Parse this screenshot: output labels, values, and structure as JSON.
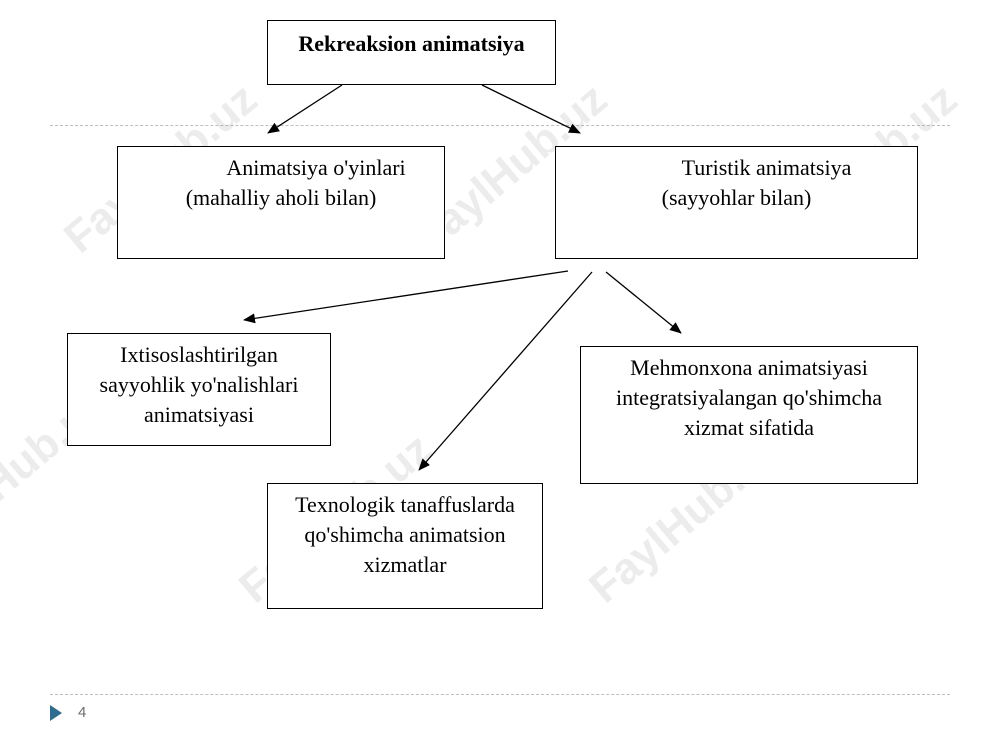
{
  "diagram": {
    "root": {
      "label": "Rekreaksion animatsiya"
    },
    "games": {
      "line1": "Animatsiya o'yinlari",
      "line2": "(mahalliy aholi bilan)"
    },
    "tourist": {
      "line1": "Turistik animatsiya",
      "line2": "(sayyohlar bilan)"
    },
    "specialized": {
      "line1": "Ixtisoslashtirilgan",
      "line2": "sayyohlik yo'nalishlari",
      "line3": "animatsiyasi"
    },
    "hotel": {
      "line1": "Mehmonxona animatsiyasi",
      "line2": "integratsiyalangan qo'shimcha",
      "line3": "xizmat sifatida"
    },
    "technological": {
      "line1": "Texnologik tanaffuslarda",
      "line2": "qo'shimcha animatsion",
      "line3": "xizmatlar"
    }
  },
  "watermark": {
    "text": "FaylHub.uz"
  },
  "footer": {
    "page_number": "4",
    "icon": "play-triangle-icon",
    "accent_color": "#2f6a8f"
  }
}
